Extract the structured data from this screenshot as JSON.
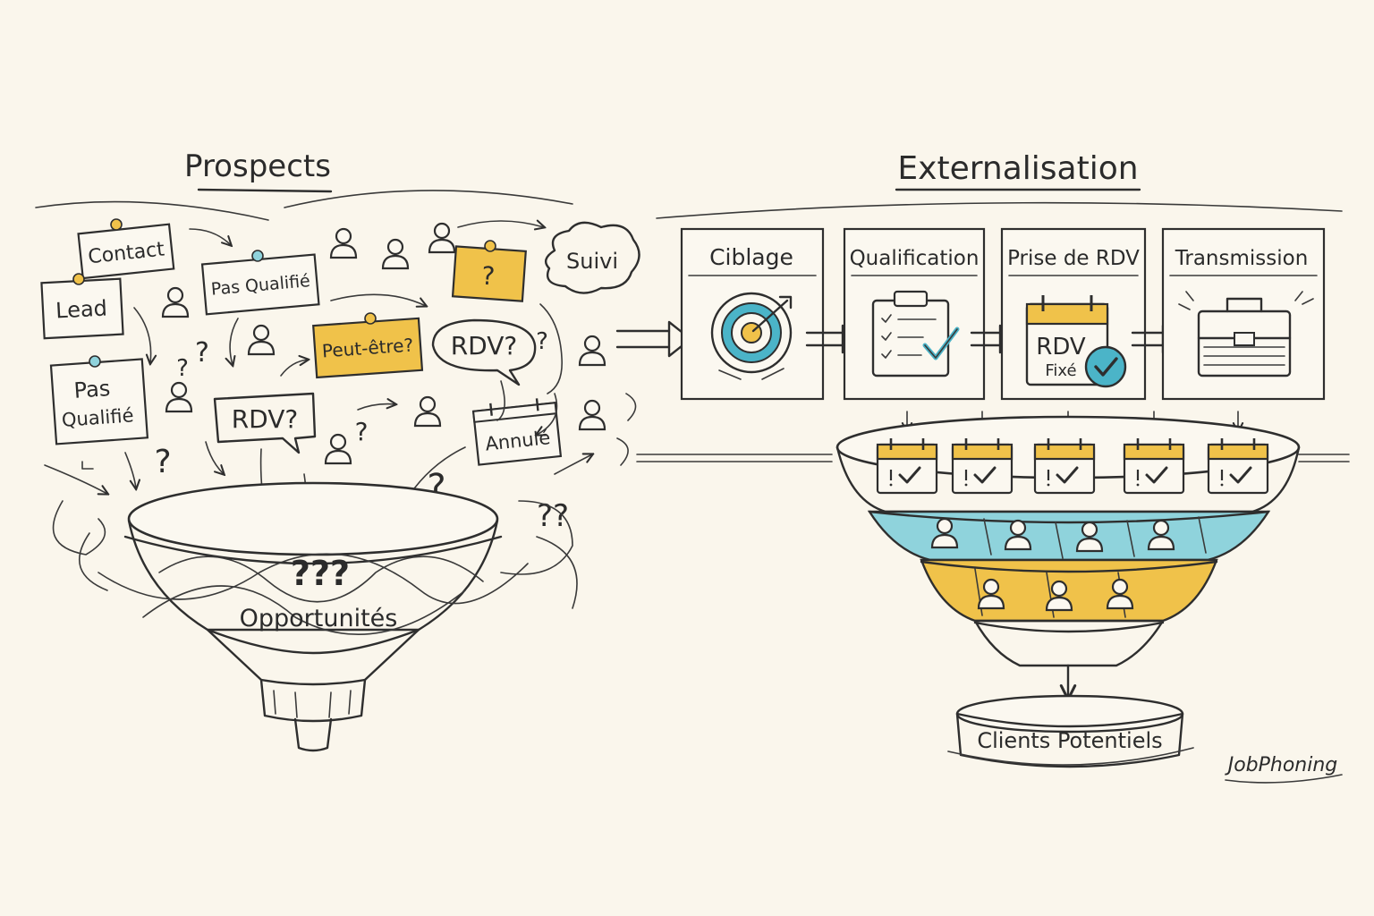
{
  "colors": {
    "background": "#faf6ec",
    "ink": "#2e2e2e",
    "accent_yellow": "#f0c24a",
    "accent_teal": "#8fd3dc",
    "accent_blue": "#4bb4c8"
  },
  "left": {
    "title": "Prospects",
    "notes": {
      "contact": "Contact",
      "lead": "Lead",
      "pas_qualifie_1": "Pas Qualifié",
      "pas_qualifie_2_line1": "Pas",
      "pas_qualifie_2_line2": "Qualifié",
      "question_note": "?",
      "peut_etre": "Peut-être?",
      "annule": "Annulé"
    },
    "bubbles": {
      "suivi": "Suivi",
      "rdv_1": "RDV?",
      "rdv_2": "RDV?"
    },
    "floating_marks": {
      "q1": "?",
      "q2": "?",
      "q3": "?",
      "q4": "?",
      "q5": "?",
      "q6": "?",
      "qq": "??"
    },
    "funnel": {
      "label": "Opportunités",
      "marks": "???"
    }
  },
  "right": {
    "title": "Externalisation",
    "steps": [
      {
        "label": "Ciblage",
        "icon": "target-icon"
      },
      {
        "label": "Qualification",
        "icon": "clipboard-checklist-icon"
      },
      {
        "label": "Prise de RDV",
        "icon": "calendar-check-icon",
        "inner_line1": "RDV",
        "inner_line2": "Fixé"
      },
      {
        "label": "Transmission",
        "icon": "briefcase-icon"
      }
    ],
    "result": "Clients Potentiels"
  },
  "brand": "JobPhoning"
}
